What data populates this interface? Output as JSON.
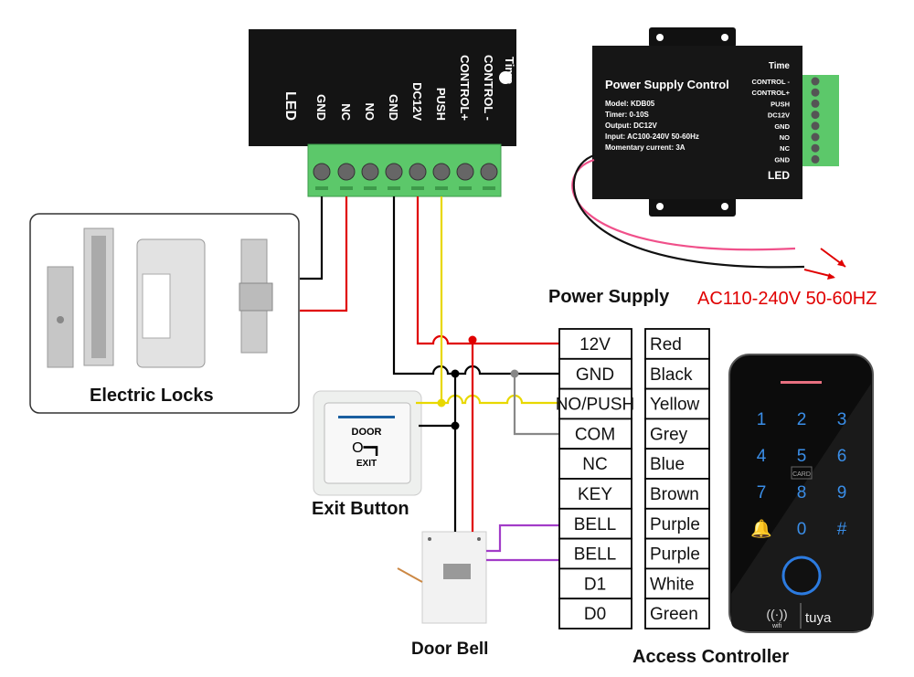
{
  "top_module": {
    "terminals": [
      "LED",
      "GND",
      "NC",
      "NO",
      "GND",
      "DC12V",
      "PUSH",
      "CONTROL+",
      "CONTROL -"
    ],
    "brand": "Time"
  },
  "power_supply": {
    "title": "Power Supply Control",
    "specs": [
      "Model: KDB05",
      "Timer: 0-10S",
      "Output: DC12V",
      "Input: AC100-240V 50-60Hz",
      "Momentary  current: 3A"
    ],
    "terminals": [
      "CONTROL -",
      "CONTROL+",
      "PUSH",
      "DC12V",
      "GND",
      "NO",
      "NC",
      "GND"
    ],
    "led": "LED",
    "brand": "Time",
    "caption": "Power Supply",
    "input_label": "AC110-240V 50-60HZ"
  },
  "captions": {
    "locks": "Electric Locks",
    "exit_button": "Exit Button",
    "door_bell": "Door Bell",
    "access_controller": "Access Controller"
  },
  "exit_button": {
    "line1": "DOOR",
    "line2": "EXIT"
  },
  "wiring_table": {
    "rows": [
      {
        "terminal": "12V",
        "color": "Red",
        "hex": "#e00000"
      },
      {
        "terminal": "GND",
        "color": "Black",
        "hex": "#000000"
      },
      {
        "terminal": "NO/PUSH",
        "color": "Yellow",
        "hex": "#e8d800"
      },
      {
        "terminal": "COM",
        "color": "Grey",
        "hex": "#888888"
      },
      {
        "terminal": "NC",
        "color": "Blue",
        "hex": "#2a3ad0"
      },
      {
        "terminal": "KEY",
        "color": "Brown",
        "hex": "#8b4a12"
      },
      {
        "terminal": "BELL",
        "color": "Purple",
        "hex": "#a23cc8"
      },
      {
        "terminal": "BELL",
        "color": "Purple",
        "hex": "#a23cc8"
      },
      {
        "terminal": "D1",
        "color": "White",
        "hex": "#d8d0d0"
      },
      {
        "terminal": "D0",
        "color": "Green",
        "hex": "#1aa020"
      }
    ]
  },
  "keypad": {
    "keys": [
      "1",
      "2",
      "3",
      "4",
      "5",
      "6",
      "7",
      "8",
      "9",
      "bell",
      "0",
      "#"
    ],
    "card_label": "CARD",
    "wifi_label": "wifi",
    "brand": "tuya"
  },
  "colors": {
    "red": "#e00000",
    "black": "#000000",
    "yellow": "#e8d800",
    "grey": "#888888",
    "purple": "#a23cc8",
    "terminal_green": "#5cc86a",
    "keypad_blue": "#3a8ee8"
  }
}
